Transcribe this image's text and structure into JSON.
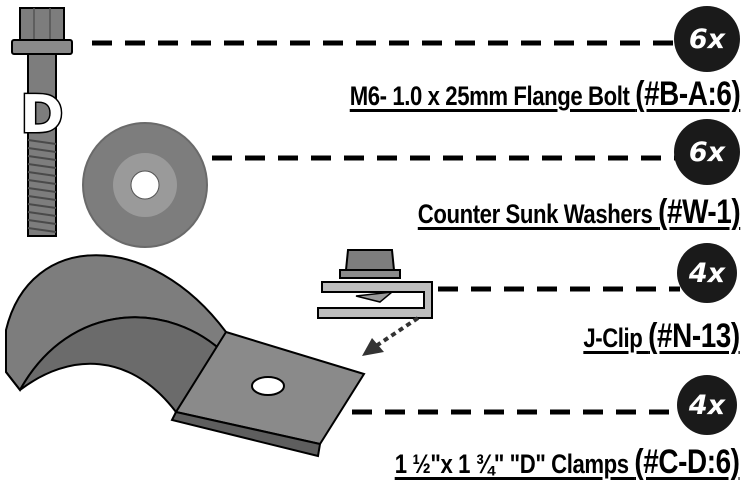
{
  "colors": {
    "ink": "#000000",
    "part_fill": "#7d7d7d",
    "part_light": "#9a9a9a",
    "part_dark": "#5e5e5e",
    "badge": "#1a1a1a"
  },
  "parts": [
    {
      "qty": "6x",
      "name": "M6- 1.0 x 25mm Flange Bolt ",
      "code": "(#B-A:6)"
    },
    {
      "qty": "6x",
      "name": "Counter Sunk Washers ",
      "code": "(#W-1)"
    },
    {
      "qty": "4x",
      "name": "J-Clip ",
      "code": "(#N-13)"
    },
    {
      "qty": "4x",
      "name": "1 ½\"x 1 ¾\" \"D\" Clamps ",
      "code": "(#C-D:6)"
    }
  ],
  "bolt_mark": "D"
}
